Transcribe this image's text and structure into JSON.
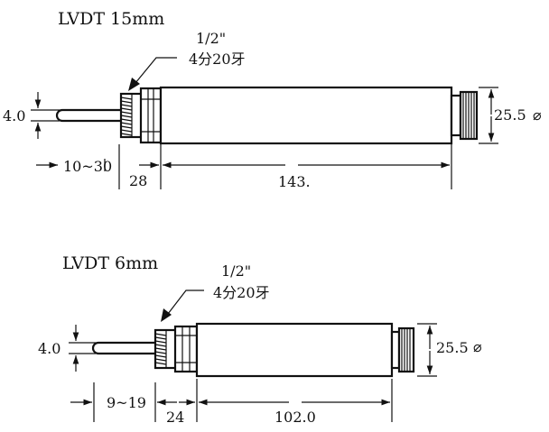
{
  "drawings": [
    {
      "title": "LVDT 15mm",
      "thread_label_1": "1/2\"",
      "thread_label_2": "4分20牙",
      "probe_dia": "4.0",
      "stroke_range": "10~30",
      "thread_length": "28",
      "body_length": "143.",
      "diameter": "25.5",
      "diameter_symbol": "⌀"
    },
    {
      "title": "LVDT 6mm",
      "thread_label_1": "1/2\"",
      "thread_label_2": "4分20牙",
      "probe_dia": "4.0",
      "stroke_range": "9~19",
      "thread_length": "24",
      "body_length": "102.0",
      "diameter": "25.5",
      "diameter_symbol": "⌀"
    }
  ]
}
